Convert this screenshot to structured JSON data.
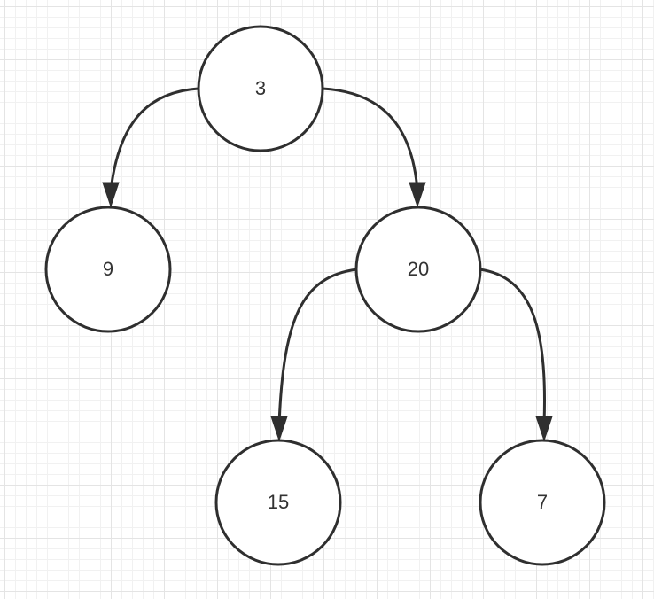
{
  "diagram": {
    "type": "binary-tree",
    "nodes": [
      {
        "id": "n3",
        "label": "3"
      },
      {
        "id": "n9",
        "label": "9"
      },
      {
        "id": "n20",
        "label": "20"
      },
      {
        "id": "n15",
        "label": "15"
      },
      {
        "id": "n7",
        "label": "7"
      }
    ],
    "edges": [
      {
        "from": "n3",
        "to": "n9"
      },
      {
        "from": "n3",
        "to": "n20"
      },
      {
        "from": "n20",
        "to": "n15"
      },
      {
        "from": "n20",
        "to": "n7"
      }
    ]
  },
  "colors": {
    "stroke": "#2f2f2f",
    "text": "#333333",
    "grid_major": "#e4e4e4",
    "grid_minor": "#f1f1f1"
  }
}
